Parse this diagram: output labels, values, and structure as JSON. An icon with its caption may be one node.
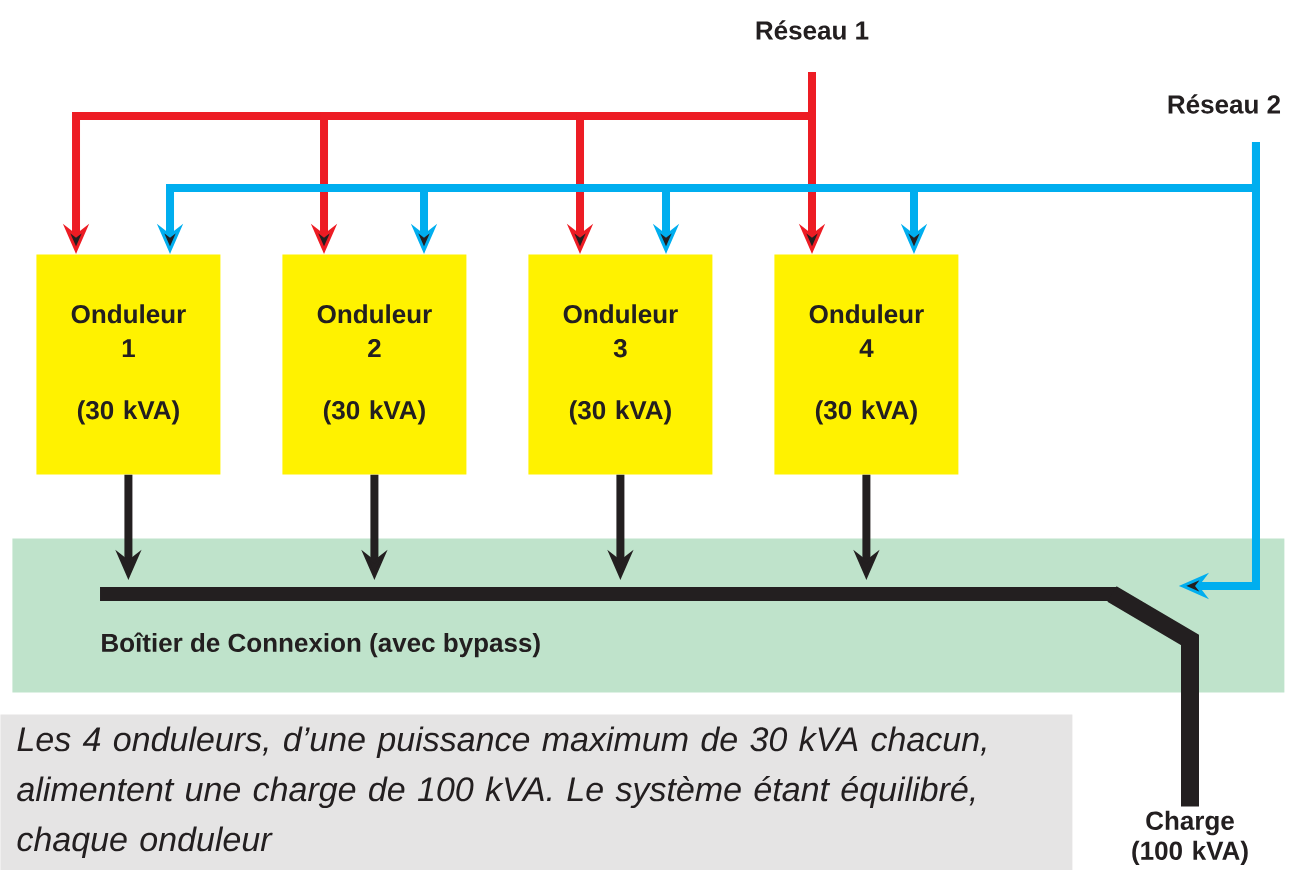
{
  "diagram": {
    "caption": "Les 4 onduleurs, d’une puissance maximum de 30 kVA chacun, alimentent une charge de 100 kVA. Le système étant équilibré, chaque onduleur",
    "nodes": [
      {
        "text": [
          "Réseau 1"
        ]
      },
      {
        "text": [
          "Réseau 2"
        ]
      },
      {
        "text": [
          "Onduleur 1",
          "(30 kVA)"
        ]
      },
      {
        "text": [
          "Onduleur 2",
          "(30 kVA)"
        ]
      },
      {
        "text": [
          "Onduleur 3",
          "(30 kVA)"
        ]
      },
      {
        "text": [
          "Onduleur 4",
          "(30 kVA)"
        ]
      },
      {
        "text": [
          "Boîtier de Connexion (avec bypass)"
        ]
      },
      {
        "text": [
          "Charge (100 kVA)"
        ]
      }
    ],
    "edges": [
      {
        "from": 0,
        "to": 2,
        "arrow": "to",
        "color": "#ed1c24"
      },
      {
        "from": 0,
        "to": 3,
        "arrow": "to",
        "color": "#ed1c24"
      },
      {
        "from": 0,
        "to": 4,
        "arrow": "to",
        "color": "#ed1c24"
      },
      {
        "from": 0,
        "to": 5,
        "arrow": "to",
        "color": "#ed1c24"
      },
      {
        "from": 1,
        "to": 2,
        "arrow": "to",
        "color": "#00aeef"
      },
      {
        "from": 1,
        "to": 3,
        "arrow": "to",
        "color": "#00aeef"
      },
      {
        "from": 1,
        "to": 4,
        "arrow": "to",
        "color": "#00aeef"
      },
      {
        "from": 1,
        "to": 5,
        "arrow": "to",
        "color": "#00aeef"
      },
      {
        "from": 1,
        "to": 6,
        "arrow": "to",
        "color": "#00aeef"
      },
      {
        "from": 2,
        "to": 6,
        "arrow": "to",
        "color": "#231f20"
      },
      {
        "from": 3,
        "to": 6,
        "arrow": "to",
        "color": "#231f20"
      },
      {
        "from": 4,
        "to": 6,
        "arrow": "to",
        "color": "#231f20"
      },
      {
        "from": 5,
        "to": 6,
        "arrow": "to",
        "color": "#231f20"
      },
      {
        "from": 6,
        "to": 7,
        "arrow": "none",
        "style": "thick",
        "color": "#231f20"
      }
    ]
  }
}
